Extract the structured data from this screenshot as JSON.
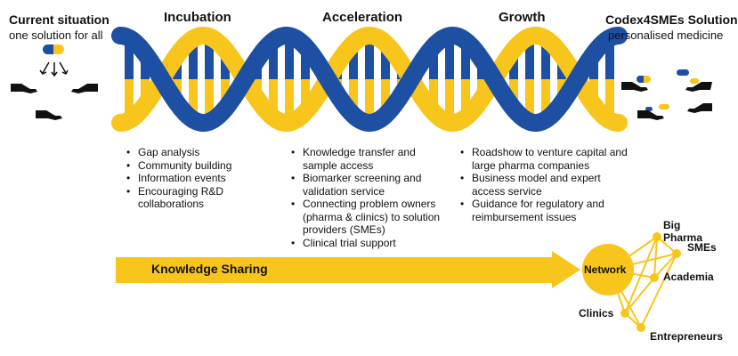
{
  "current": {
    "title": "Current situation",
    "subtitle": "one solution for all"
  },
  "solution": {
    "title": "Codex4SMEs Solution",
    "subtitle": "personalised medicine"
  },
  "phases": [
    {
      "name": "Incubation",
      "items": [
        "Gap analysis",
        "Community building",
        "Information events",
        "Encouraging R&D collaborations"
      ]
    },
    {
      "name": "Acceleration",
      "items": [
        "Knowledge transfer and sample access",
        "Biomarker screening and validation service",
        "Connecting problem owners (pharma & clinics) to solution providers (SMEs)",
        "Clinical trial support"
      ]
    },
    {
      "name": "Growth",
      "items": [
        "Roadshow to venture capital and large pharma companies",
        "Business model and expert access service",
        "Guidance for regulatory and reimbursement issues"
      ]
    }
  ],
  "arrow": {
    "label": "Knowledge Sharing"
  },
  "network": {
    "center": "Network",
    "nodes": [
      "Big Pharma",
      "SMEs",
      "Academia",
      "Clinics",
      "Entrepreneurs"
    ]
  },
  "colors": {
    "blue": "#1d4fa3",
    "yellow": "#f8c51c",
    "dark": "#111111"
  }
}
